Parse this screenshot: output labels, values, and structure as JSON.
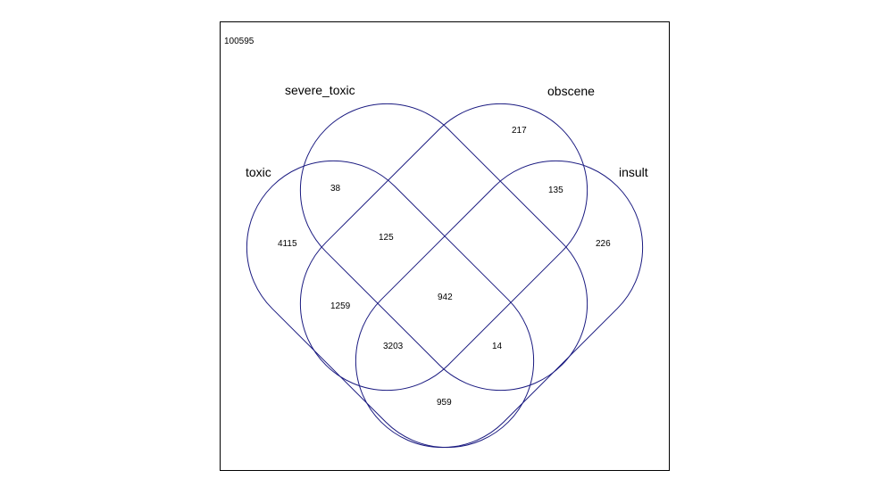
{
  "outside_count": "100595",
  "outline_color": "#1a1a80",
  "sets": [
    {
      "name": "toxic"
    },
    {
      "name": "severe_toxic"
    },
    {
      "name": "obscene"
    },
    {
      "name": "insult"
    }
  ],
  "regions": {
    "toxic_only": "4115",
    "severe_toxic_only": "",
    "obscene_only": "217",
    "insult_only": "226",
    "toxic_severe_toxic": "38",
    "obscene_insult": "135",
    "toxic_severe_toxic_obscene": "125",
    "toxic_obscene": "1259",
    "all_four": "942",
    "toxic_obscene_insult": "3203",
    "severe_toxic_obscene_insult": "14",
    "obscene_insult_only_lower": "959"
  }
}
